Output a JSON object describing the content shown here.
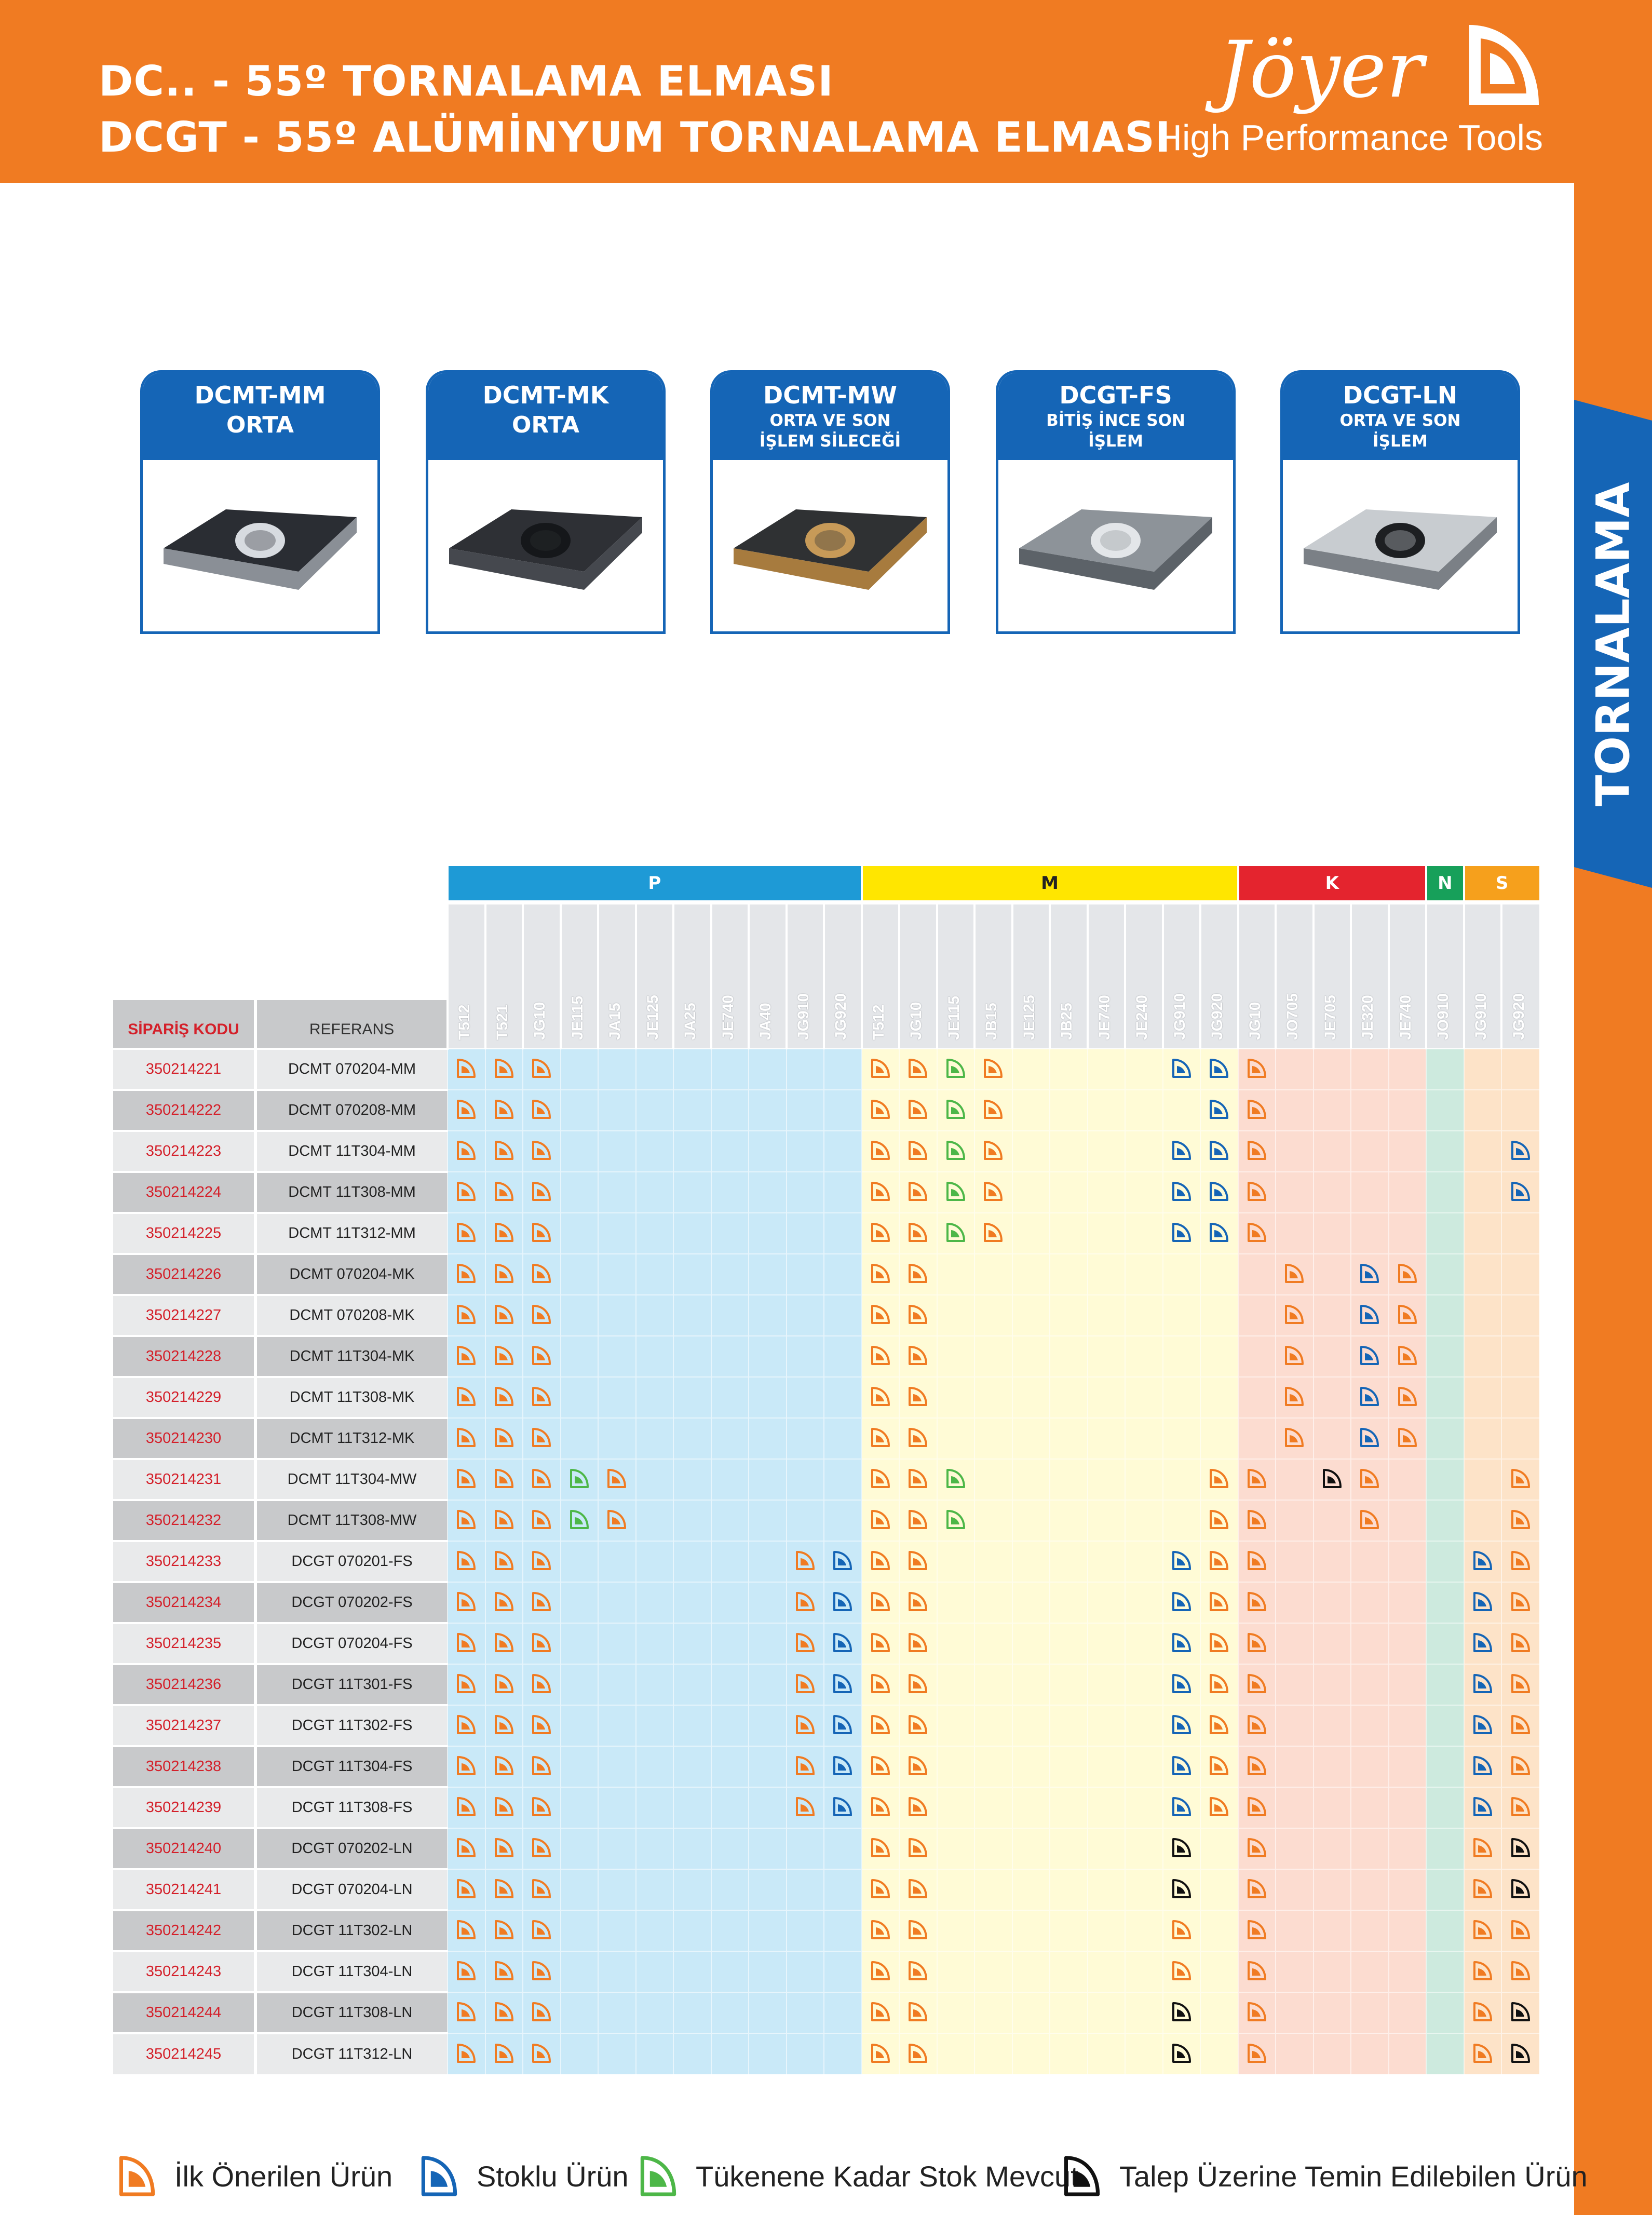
{
  "header": {
    "title_line1": "DC.. - 55º TORNALAMA ELMASI",
    "title_line2": "DCGT - 55º ALÜMİNYUM TORNALAMA ELMASI",
    "brand_name": "Jöyer",
    "brand_tagline": "High Performance Tools",
    "color": "#f07b22"
  },
  "side_tab": {
    "label": "TORNALAMA",
    "color": "#1565b6"
  },
  "cards": [
    {
      "code": "DCMT-MM",
      "sub": "ORTA",
      "size": "big"
    },
    {
      "code": "DCMT-MK",
      "sub": "ORTA",
      "size": "big"
    },
    {
      "code": "DCMT-MW",
      "sub": "ORTA VE SON İŞLEM SİLECEĞİ",
      "size": "small"
    },
    {
      "code": "DCGT-FS",
      "sub": "BİTİŞ İNCE SON İŞLEM",
      "size": "small"
    },
    {
      "code": "DCGT-LN",
      "sub": "ORTA VE SON İŞLEM",
      "size": "small"
    }
  ],
  "table": {
    "col_order": "SİPARİŞ KODU",
    "col_ref": "REFERANS",
    "groups": [
      {
        "label": "P",
        "span": 11,
        "head": "#1e9ad6",
        "body": "#c9e9f8",
        "text": "#ffffff"
      },
      {
        "label": "M",
        "span": 10,
        "head": "#ffe600",
        "body": "#fffbd6",
        "text": "#222222"
      },
      {
        "label": "K",
        "span": 5,
        "head": "#e4242e",
        "body": "#fcdcd0",
        "text": "#ffffff"
      },
      {
        "label": "N",
        "span": 1,
        "head": "#17a05a",
        "body": "#cdeade",
        "text": "#ffffff"
      },
      {
        "label": "S",
        "span": 2,
        "head": "#f6a01c",
        "body": "#fde3c8",
        "text": "#ffffff"
      }
    ],
    "grades": [
      "T512",
      "T521",
      "JG10",
      "JE115",
      "JA15",
      "JE125",
      "JA25",
      "JE740",
      "JA40",
      "JG910",
      "JG920",
      "T512",
      "JG10",
      "JE115",
      "JB15",
      "JE125",
      "JB25",
      "JE740",
      "JE240",
      "JG910",
      "JG920",
      "JG10",
      "JO705",
      "JE705",
      "JE320",
      "JE740",
      "JO910",
      "JG910",
      "JG920"
    ],
    "rows": [
      {
        "code": "350214221",
        "ref": "DCMT 070204-MM",
        "cells": "OOO........OOGO....BBO.......BO"
      },
      {
        "code": "350214222",
        "ref": "DCMT 070208-MM",
        "cells": "OOO........OOGO.....BO........O"
      },
      {
        "code": "350214223",
        "ref": "DCMT 11T304-MM",
        "cells": "OOO........OOGO....BBO......BO"
      },
      {
        "code": "350214224",
        "ref": "DCMT 11T308-MM",
        "cells": "OOO........OOGO....BBO......BO"
      },
      {
        "code": "350214225",
        "ref": "DCMT 11T312-MM",
        "cells": "OOO........OOGO....BBO.......O"
      },
      {
        "code": "350214226",
        "ref": "DCMT 070204-MK",
        "cells": "OOO........OO.........O.BO...."
      },
      {
        "code": "350214227",
        "ref": "DCMT 070208-MK",
        "cells": "OOO........OO.........O.BO...."
      },
      {
        "code": "350214228",
        "ref": "DCMT 11T304-MK",
        "cells": "OOO........OO.........O.BO...."
      },
      {
        "code": "350214229",
        "ref": "DCMT 11T308-MK",
        "cells": "OOO........OO.........O.BO...."
      },
      {
        "code": "350214230",
        "ref": "DCMT 11T312-MK",
        "cells": "OOO........OO.........O.BO...."
      },
      {
        "code": "350214231",
        "ref": "DCMT 11T304-MW",
        "cells": "OOOGO......OOG......OO.KO...O"
      },
      {
        "code": "350214232",
        "ref": "DCMT 11T308-MW",
        "cells": "OOOGO......OOG......OO..O...O"
      },
      {
        "code": "350214233",
        "ref": "DCGT 070201-FS",
        "cells": "OOO......OBOO......BOO.....BO"
      },
      {
        "code": "350214234",
        "ref": "DCGT 070202-FS",
        "cells": "OOO......OBOO......BOO.....BO"
      },
      {
        "code": "350214235",
        "ref": "DCGT 070204-FS",
        "cells": "OOO......OBOO......BOO.....BO"
      },
      {
        "code": "350214236",
        "ref": "DCGT 11T301-FS",
        "cells": "OOO......OBOO......BOO.....BO"
      },
      {
        "code": "350214237",
        "ref": "DCGT 11T302-FS",
        "cells": "OOO......OBOO......BOO.....BO"
      },
      {
        "code": "350214238",
        "ref": "DCGT 11T304-FS",
        "cells": "OOO......OBOO......BOO.....BO"
      },
      {
        "code": "350214239",
        "ref": "DCGT 11T308-FS",
        "cells": "OOO......OBOO......BOO.....BO"
      },
      {
        "code": "350214240",
        "ref": "DCGT 070202-LN",
        "cells": "OOO........OO......K.O.....OK."
      },
      {
        "code": "350214241",
        "ref": "DCGT 070204-LN",
        "cells": "OOO........OO......K.O.....OK."
      },
      {
        "code": "350214242",
        "ref": "DCGT 11T302-LN",
        "cells": "OOO........OO......O.O.....OO."
      },
      {
        "code": "350214243",
        "ref": "DCGT 11T304-LN",
        "cells": "OOO........OO......O.O.....OO."
      },
      {
        "code": "350214244",
        "ref": "DCGT 11T308-LN",
        "cells": "OOO........OO......K.O.....OK."
      },
      {
        "code": "350214245",
        "ref": "DCGT 11T312-LN",
        "cells": "OOO........OO......K.O.....OK."
      }
    ]
  },
  "legend": [
    {
      "key": "O",
      "label": "İlk Önerilen Ürün",
      "color": "#f07b22"
    },
    {
      "key": "B",
      "label": "Stoklu Ürün",
      "color": "#1565b6"
    },
    {
      "key": "G",
      "label": "Tükenene Kadar Stok Mevcut",
      "color": "#4db748"
    },
    {
      "key": "K",
      "label": "Talep Üzerine Temin Edilebilen Ürün",
      "color": "#111111"
    }
  ]
}
